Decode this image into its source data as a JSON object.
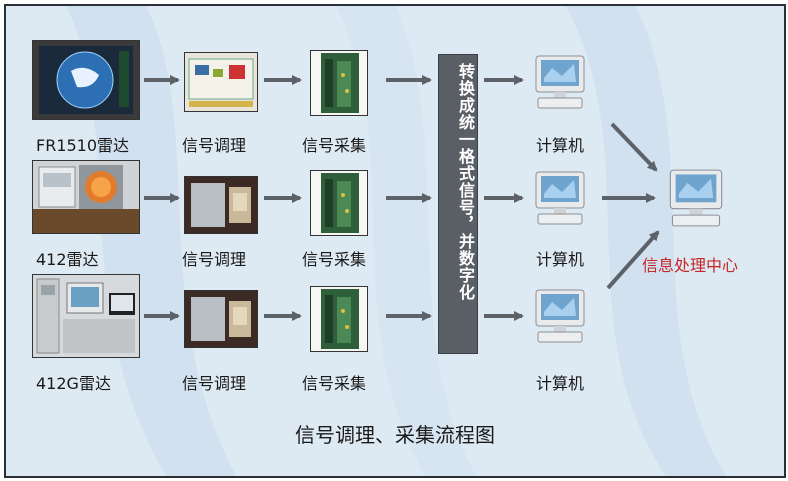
{
  "rows": [
    {
      "source": "FR1510雷达",
      "conditioning": "信号调理",
      "acquisition": "信号采集"
    },
    {
      "source": "412雷达",
      "conditioning": "信号调理",
      "acquisition": "信号采集"
    },
    {
      "source": "412G雷达",
      "conditioning": "信号调理",
      "acquisition": "信号采集"
    }
  ],
  "conversion_box": "转换成统一格式信号，并数字化",
  "computer_label": "计算机",
  "center_label": "信息处理中心",
  "caption": "信号调理、采集流程图",
  "colors": {
    "background": "#dde9f3",
    "arrow": "#5d6168",
    "conversion_box": "#5a5f66",
    "center_label": "#c62828"
  }
}
